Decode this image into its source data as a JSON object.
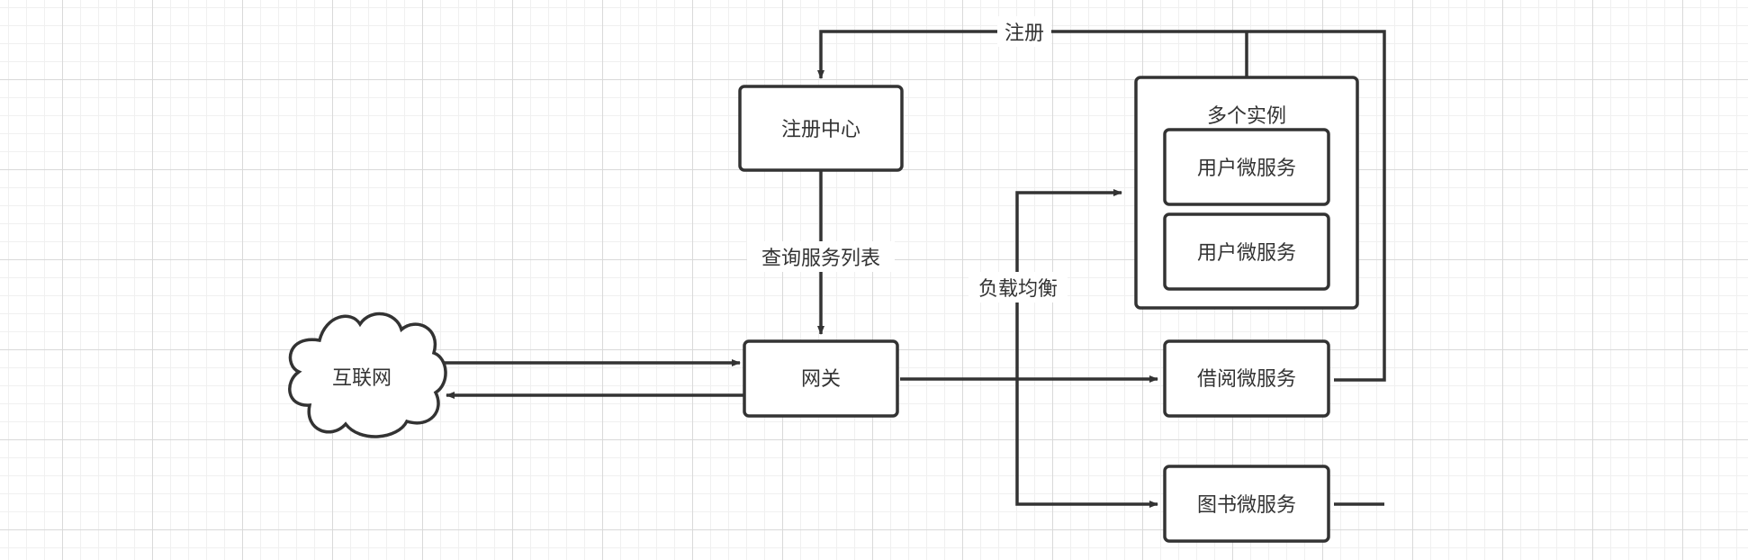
{
  "diagram": {
    "nodes": {
      "registry": "注册中心",
      "instances_group": "多个实例",
      "user_service_1": "用户微服务",
      "user_service_2": "用户微服务",
      "internet": "互联网",
      "gateway": "网关",
      "borrow_service": "借阅微服务",
      "book_service": "图书微服务"
    },
    "edges": {
      "register": "注册",
      "query_service_list": "查询服务列表",
      "load_balance": "负载均衡"
    }
  },
  "colors": {
    "stroke": "#333333",
    "background": "#ffffff",
    "grid_major": "#d9d9d9",
    "grid_minor": "#f0f0f0"
  }
}
